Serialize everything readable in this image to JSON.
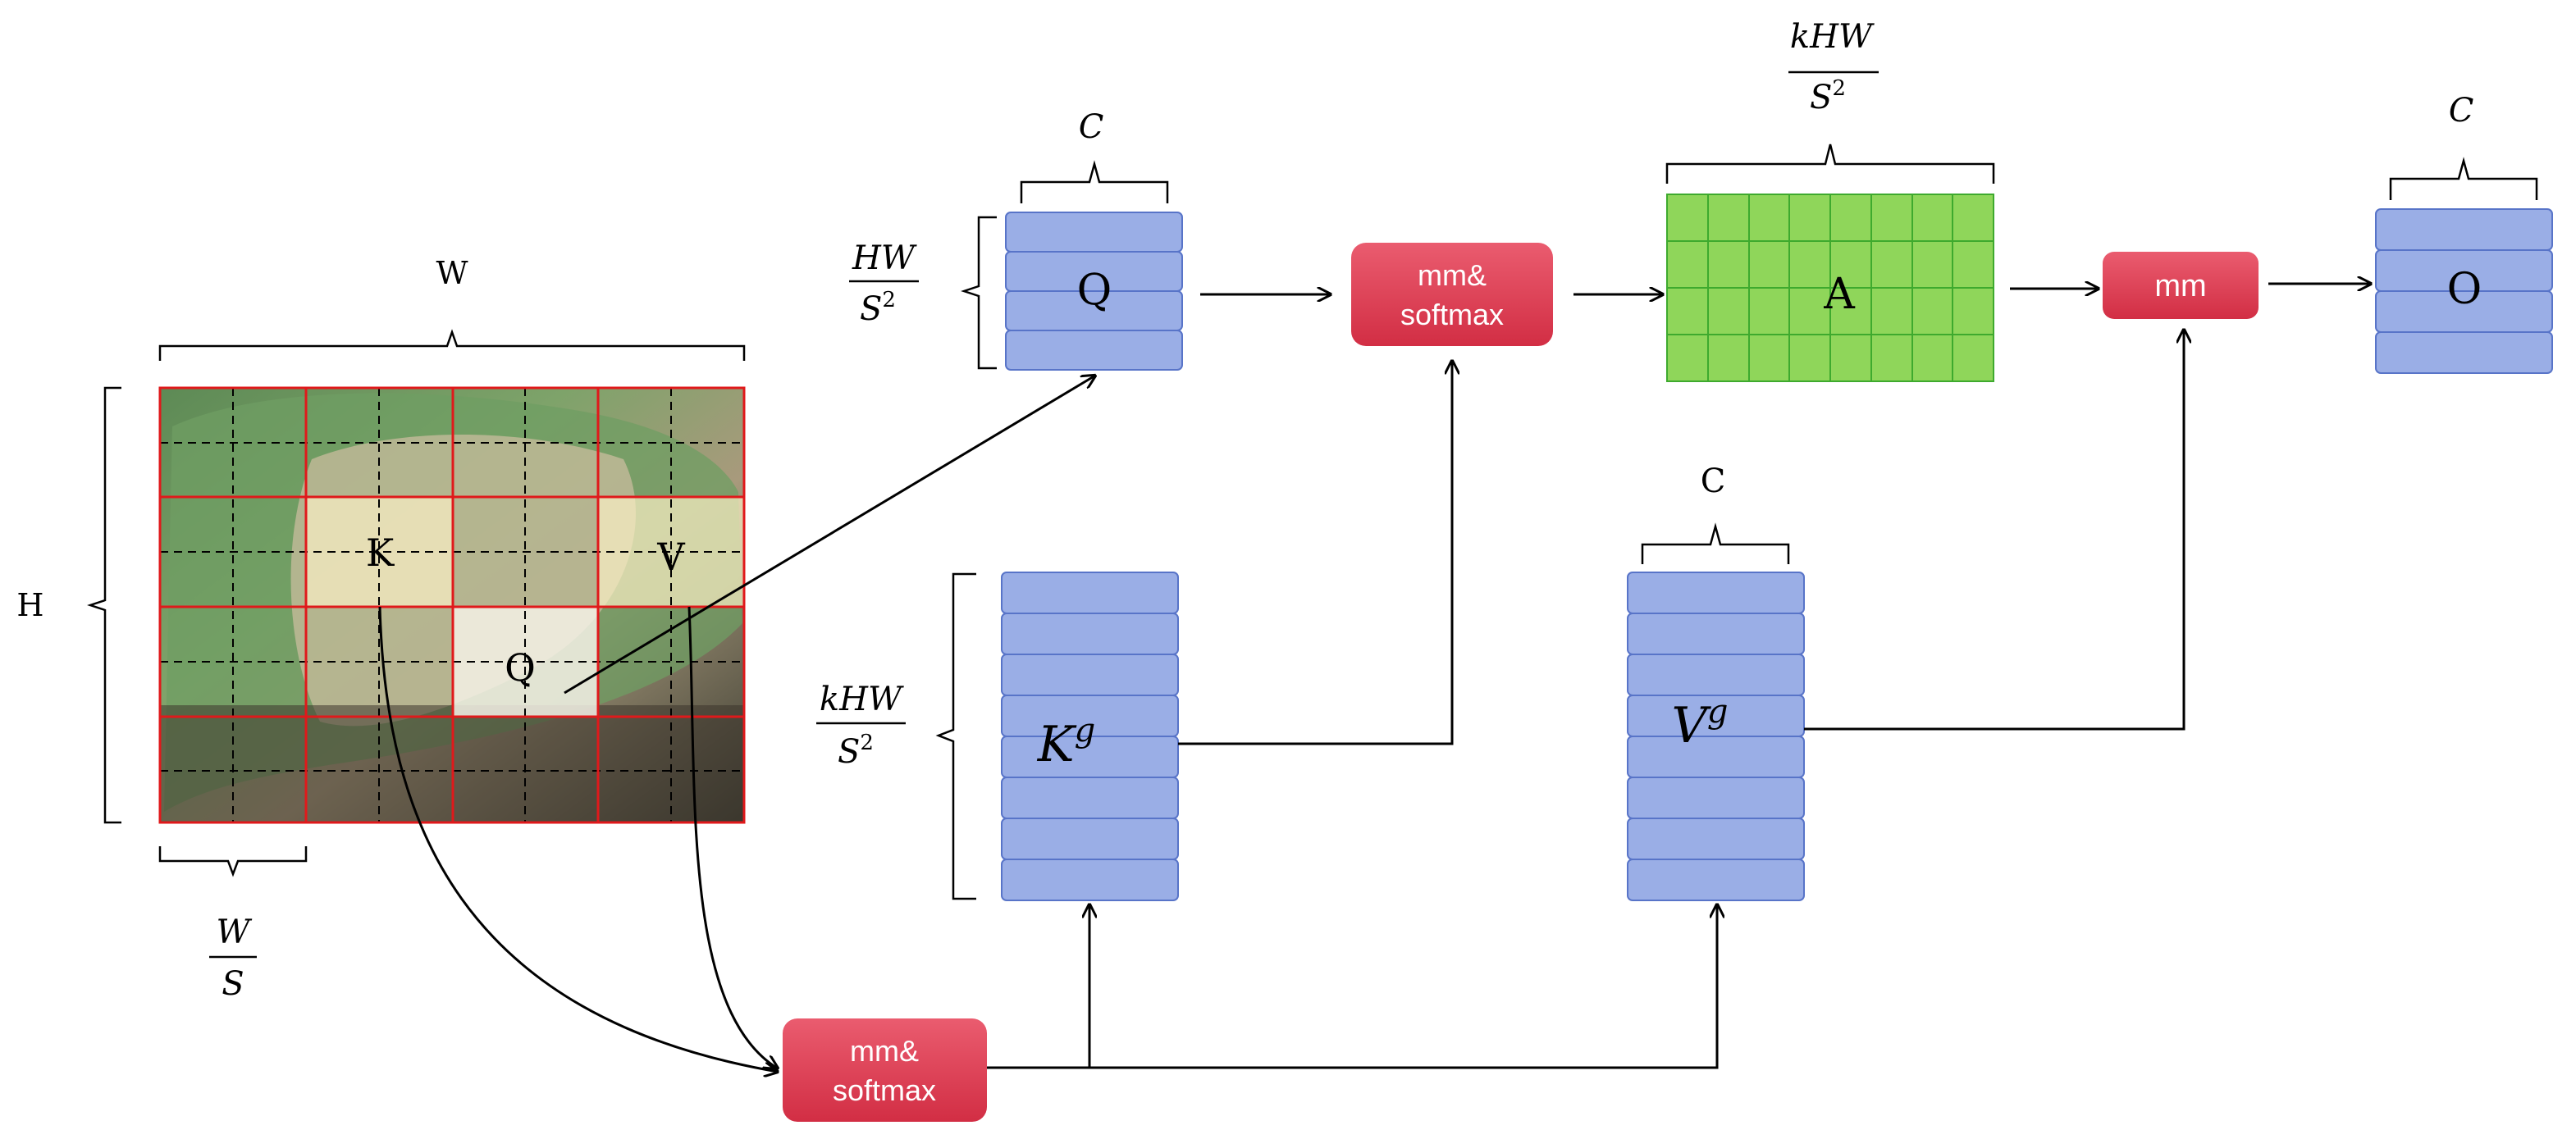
{
  "image_grid": {
    "width_label": "W",
    "height_label": "H",
    "cell_label_num": "W",
    "cell_label_den": "S",
    "patch_k": "K",
    "patch_v": "V",
    "patch_q": "Q"
  },
  "q_block": {
    "label": "Q",
    "top_label": "C",
    "side_num": "HW",
    "side_den": "S",
    "side_den_sup": "2"
  },
  "k_block": {
    "label": "K",
    "label_sup": "g",
    "side_num": "kHW",
    "side_den": "S",
    "side_den_sup": "2"
  },
  "v_block": {
    "label": "V",
    "label_sup": "g",
    "top_label": "C"
  },
  "a_block": {
    "label": "A",
    "top_num": "kHW",
    "top_den": "S",
    "top_den_sup": "2"
  },
  "o_block": {
    "label": "O",
    "top_label": "C"
  },
  "ops": {
    "mm_softmax_top_1": "mm&",
    "mm_softmax_top_2": "softmax",
    "mm": "mm",
    "mm_softmax_bottom_1": "mm&",
    "mm_softmax_bottom_2": "softmax"
  },
  "colors": {
    "token_fill": "#9aaee6",
    "token_stroke": "#5874c8",
    "attn_fill": "#8fd65a",
    "attn_grid": "#3eaa2e",
    "op_fill": "#df3d52",
    "grid_red": "#e0191b",
    "patch_highlight": "#fbefc5"
  }
}
